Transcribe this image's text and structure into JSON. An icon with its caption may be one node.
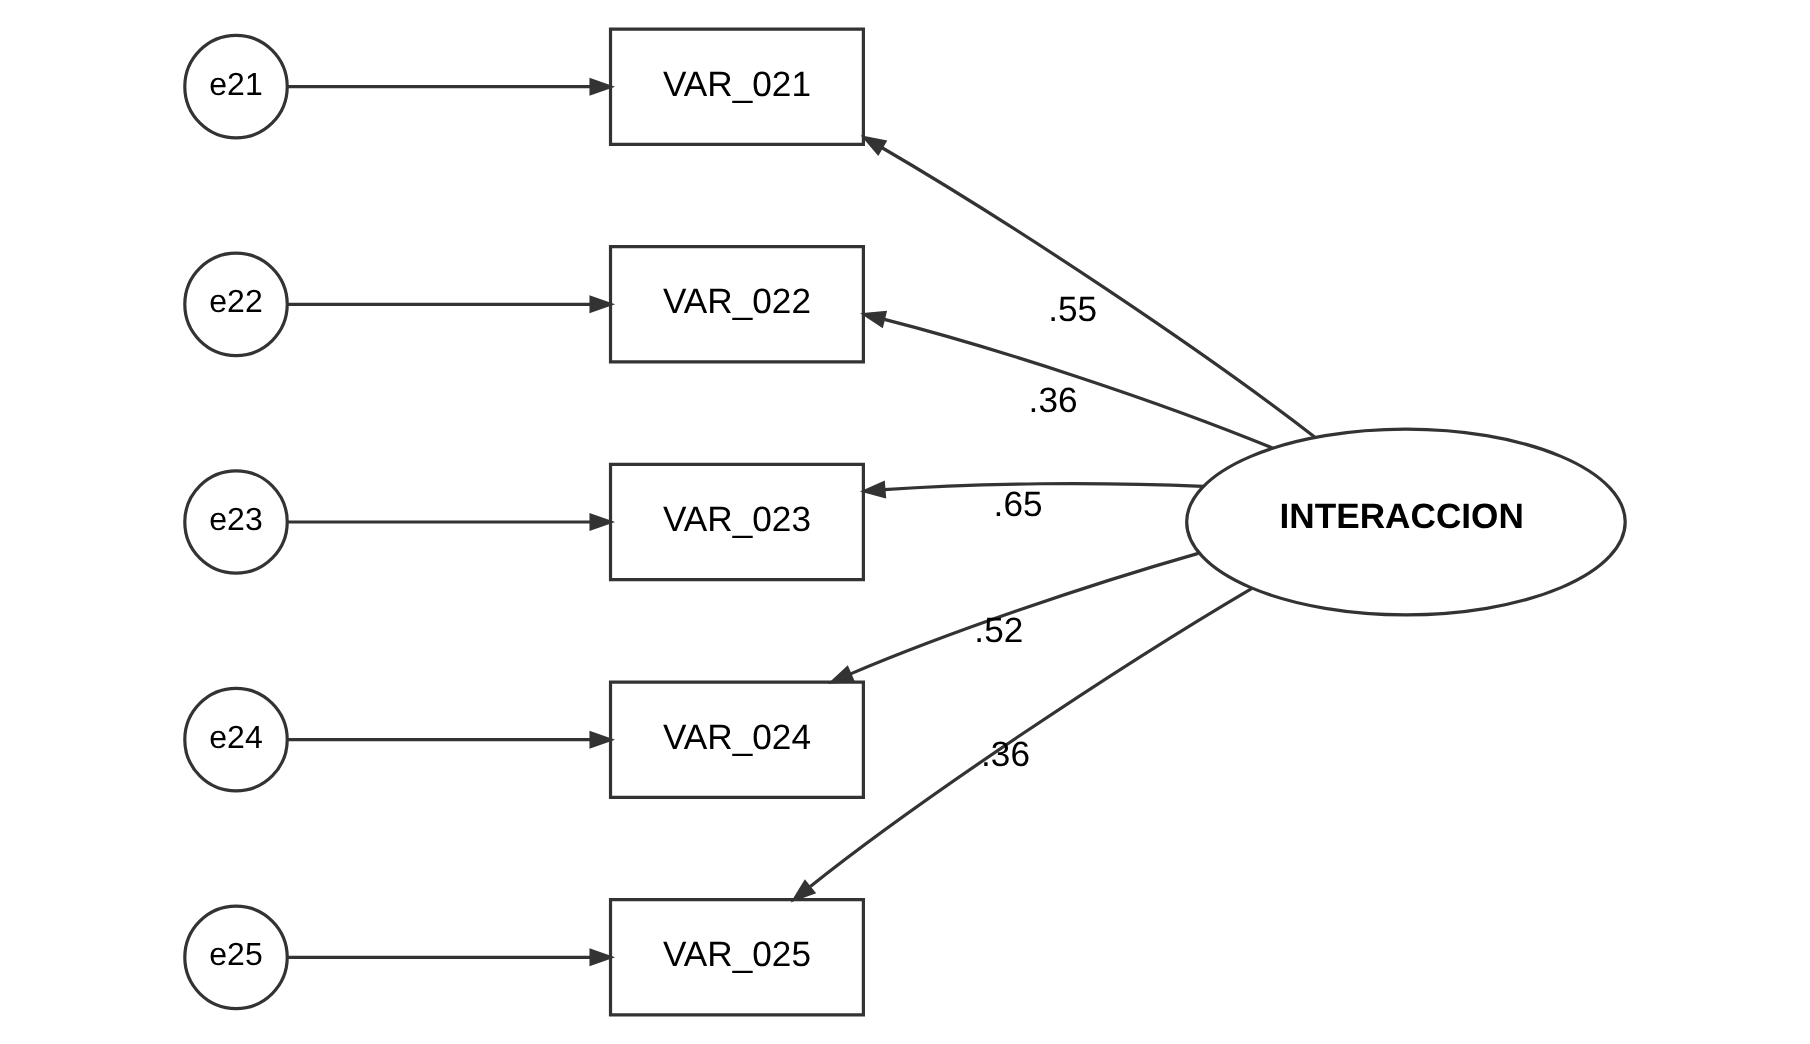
{
  "diagram": {
    "nodes": [
      {
        "text": [
          "e21"
        ]
      },
      {
        "text": [
          "VAR_021"
        ]
      },
      {
        "text": [
          "e22"
        ]
      },
      {
        "text": [
          "VAR_022"
        ]
      },
      {
        "text": [
          "e23"
        ]
      },
      {
        "text": [
          "VAR_023"
        ]
      },
      {
        "text": [
          "INTERACCION"
        ]
      },
      {
        "text": [
          "e24"
        ]
      },
      {
        "text": [
          "VAR_024"
        ]
      },
      {
        "text": [
          "e25"
        ]
      },
      {
        "text": [
          "VAR_025"
        ]
      }
    ],
    "edges": [
      {
        "from": 0,
        "to": 1,
        "arrow": "to"
      },
      {
        "from": 2,
        "to": 3,
        "arrow": "to"
      },
      {
        "from": 4,
        "to": 5,
        "arrow": "to"
      },
      {
        "from": 7,
        "to": 8,
        "arrow": "to"
      },
      {
        "from": 9,
        "to": 10,
        "arrow": "to"
      },
      {
        "from": 6,
        "to": 1,
        "arrow": "to",
        "label": ".55"
      },
      {
        "from": 6,
        "to": 3,
        "arrow": "to",
        "label": ".36"
      },
      {
        "from": 6,
        "to": 5,
        "arrow": "to",
        "label": ".65"
      },
      {
        "from": 6,
        "to": 8,
        "arrow": "to",
        "label": ".52"
      },
      {
        "from": 6,
        "to": 10,
        "arrow": "to",
        "label": ".36"
      }
    ]
  }
}
